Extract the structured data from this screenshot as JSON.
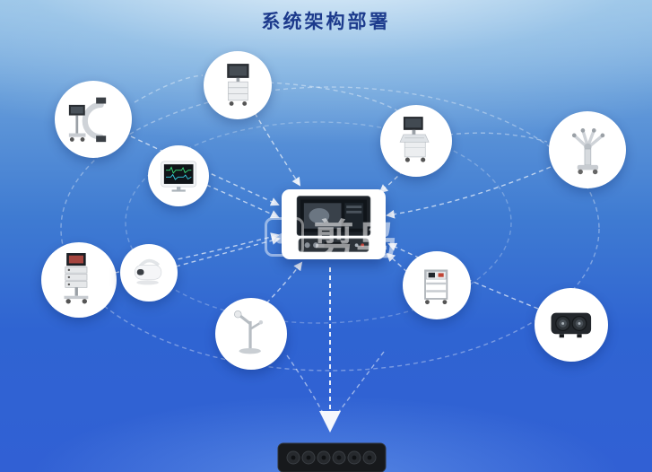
{
  "title": "系统架构部署",
  "watermark": {
    "text": "剪鸟"
  },
  "colors": {
    "title": "#1c3a8c",
    "background_top": "#93bfe6",
    "background_bottom": "#3160d4",
    "node_background": "#ffffff",
    "connector": "#ffffff"
  },
  "diagram": {
    "center": {
      "name": "central-display-console"
    },
    "nodes": [
      {
        "name": "medical-cart-workstation"
      },
      {
        "name": "c-arm-xray"
      },
      {
        "name": "patient-monitor"
      },
      {
        "name": "ultrasound-cart"
      },
      {
        "name": "surgical-robot"
      },
      {
        "name": "endoscopy-tower"
      },
      {
        "name": "vr-headset"
      },
      {
        "name": "surgical-pendant-stand"
      },
      {
        "name": "equipment-cart"
      },
      {
        "name": "surgical-light-heads"
      }
    ],
    "bottom": {
      "name": "rack-server"
    }
  }
}
